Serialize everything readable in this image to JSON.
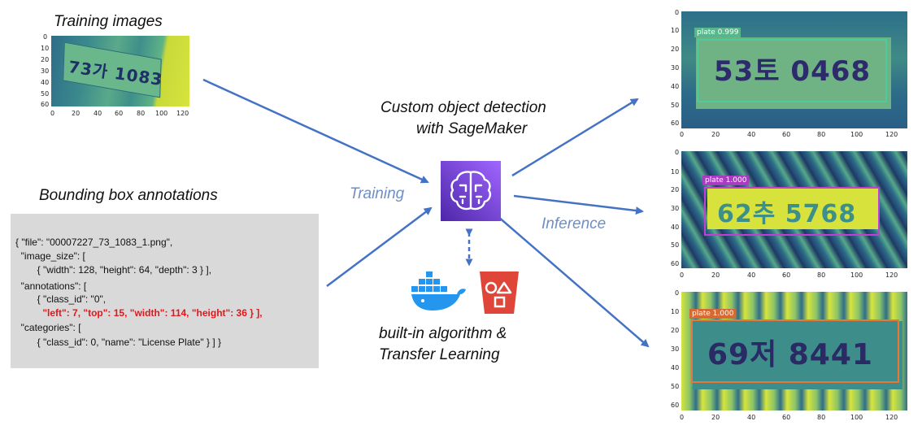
{
  "headings": {
    "training_images": "Training images",
    "bbox_annotations": "Bounding box annotations",
    "custom_detection_line1": "Custom object detection",
    "custom_detection_line2": "with SageMaker",
    "builtin_line1": "built-in algorithm &",
    "builtin_line2": "Transfer Learning"
  },
  "flow_labels": {
    "training": "Training",
    "inference": "Inference"
  },
  "training_image": {
    "plate_text": "73가 1083",
    "y_ticks": [
      "0",
      "10",
      "20",
      "30",
      "40",
      "50",
      "60"
    ],
    "x_ticks": [
      "0",
      "20",
      "40",
      "60",
      "80",
      "100",
      "120"
    ]
  },
  "annotation_json": {
    "line1": "{ \"file\": \"00007227_73_1083_1.png\",",
    "line2": "  \"image_size\": [",
    "line3": "        { \"width\": 128, \"height\": 64, \"depth\": 3 } ],",
    "line4": "  \"annotations\": [",
    "line5": "        { \"class_id\": \"0\",",
    "line6": "          \"left\": 7, \"top\": 15, \"width\": 114, \"height\": 36 } ],",
    "line7": "  \"categories\": [",
    "line8": "        { \"class_id\": 0, \"name\": \"License Plate\" } ] }"
  },
  "detections": [
    {
      "label": "plate 0.999",
      "plate_text": "53토 0468",
      "box_color": "#4ec9a0",
      "y_ticks": [
        "0",
        "10",
        "20",
        "30",
        "40",
        "50",
        "60"
      ],
      "x_ticks": [
        "0",
        "20",
        "40",
        "60",
        "80",
        "100",
        "120"
      ]
    },
    {
      "label": "plate 1.000",
      "plate_text": "62추 5768",
      "box_color": "#c23fd1",
      "y_ticks": [
        "0",
        "10",
        "20",
        "30",
        "40",
        "50",
        "60"
      ],
      "x_ticks": [
        "0",
        "20",
        "40",
        "60",
        "80",
        "100",
        "120"
      ]
    },
    {
      "label": "plate 1.000",
      "plate_text": "69저 8441",
      "box_color": "#e8773a",
      "y_ticks": [
        "0",
        "10",
        "20",
        "30",
        "40",
        "50",
        "60"
      ],
      "x_ticks": [
        "0",
        "20",
        "40",
        "60",
        "80",
        "100",
        "120"
      ]
    }
  ],
  "icons": {
    "sagemaker": "sagemaker-brain-icon",
    "docker": "docker-whale-icon",
    "s3": "s3-bucket-icon"
  },
  "colors": {
    "arrow": "#4472c4",
    "sagemaker": "#8c4fff",
    "s3": "#e0453a",
    "docker": "#2496ed",
    "code_red": "#e8141b"
  }
}
